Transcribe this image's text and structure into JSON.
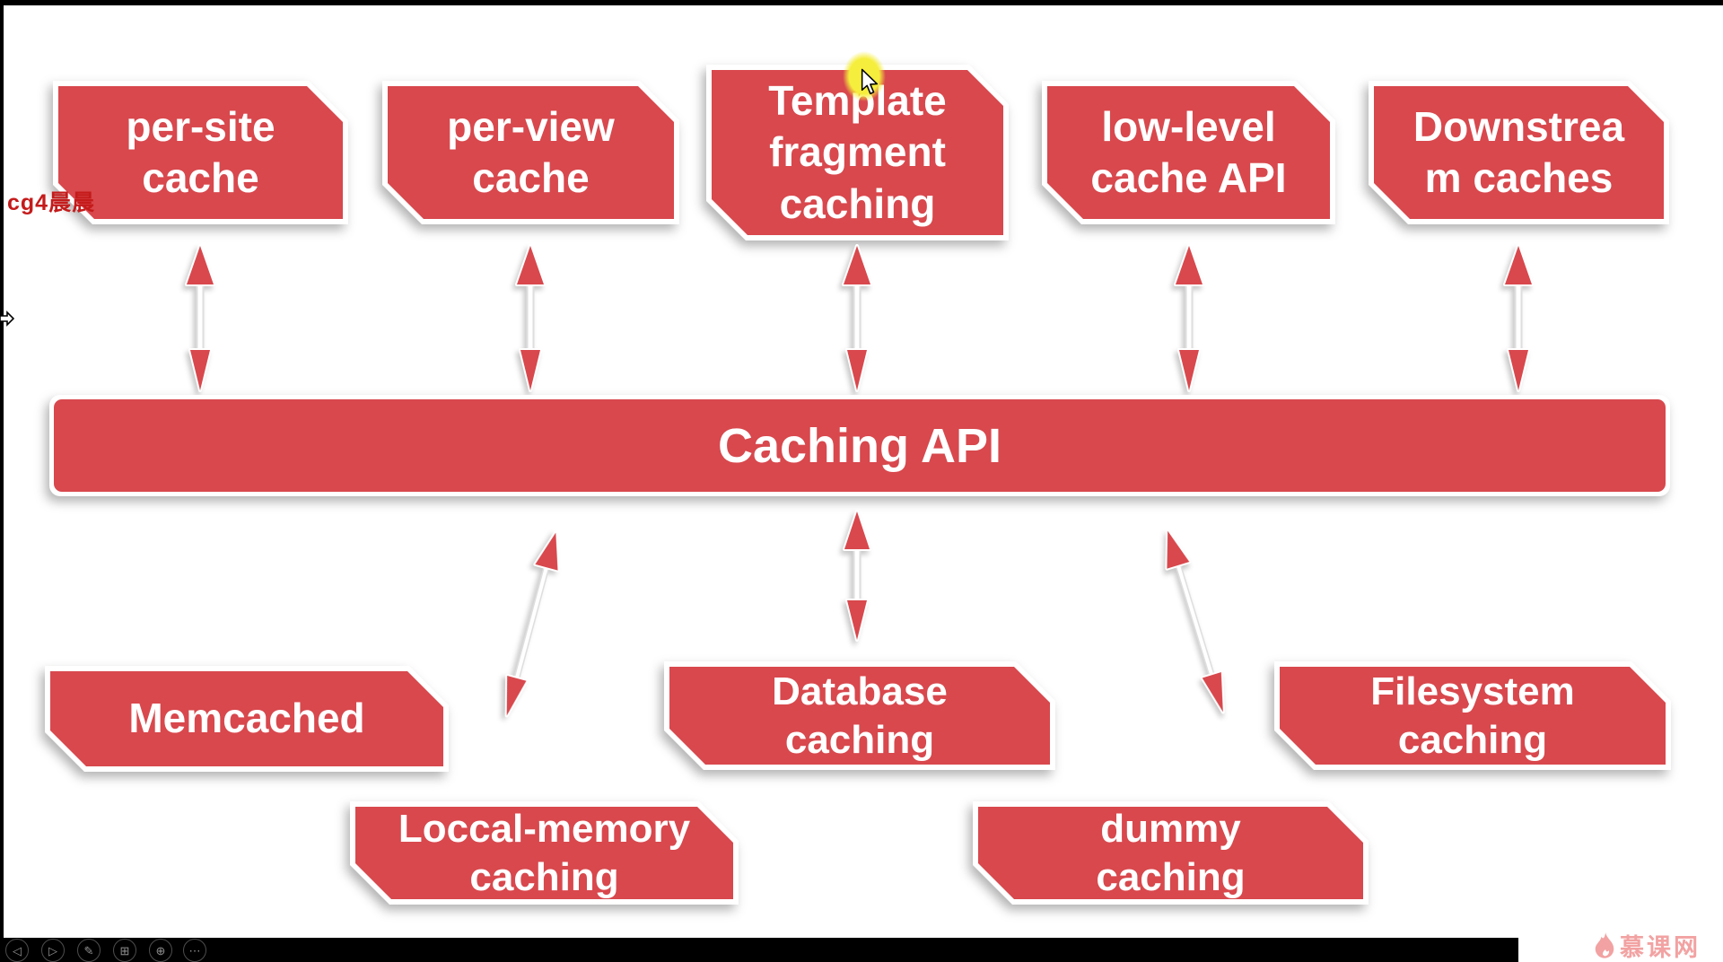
{
  "colors": {
    "box_red": "#d8484d",
    "watermark_red": "#c51b1b",
    "logo_pink": "#f2a2a2",
    "highlight_yellow": "#f6ee3c"
  },
  "frame": {
    "watermark": "cg4晨晨",
    "logo_text": "慕课网"
  },
  "diagram": {
    "top_boxes": [
      {
        "id": "per-site-cache",
        "lines": [
          "per-site",
          "cache"
        ]
      },
      {
        "id": "per-view-cache",
        "lines": [
          "per-view",
          "cache"
        ]
      },
      {
        "id": "template-fragment-caching",
        "lines": [
          "Template",
          "fragment",
          "caching"
        ]
      },
      {
        "id": "low-level-cache-api",
        "lines": [
          "low-level",
          "cache API"
        ]
      },
      {
        "id": "downstream-caches",
        "lines": [
          "Downstrea",
          "m caches"
        ]
      }
    ],
    "api_bar": {
      "label": "Caching API"
    },
    "backend_boxes": [
      {
        "id": "memcached",
        "lines": [
          "Memcached"
        ]
      },
      {
        "id": "database-caching",
        "lines": [
          "Database",
          "caching"
        ]
      },
      {
        "id": "filesystem-caching",
        "lines": [
          "Filesystem",
          "caching"
        ]
      },
      {
        "id": "local-memory-caching",
        "lines": [
          "Loccal-memory",
          "caching"
        ]
      },
      {
        "id": "dummy-caching",
        "lines": [
          "dummy",
          "caching"
        ]
      }
    ]
  },
  "toolbar": {
    "icons": [
      {
        "name": "previous-slide",
        "glyph": "◁"
      },
      {
        "name": "next-slide",
        "glyph": "▷"
      },
      {
        "name": "pen",
        "glyph": "✎"
      },
      {
        "name": "see-all-slides",
        "glyph": "⊞"
      },
      {
        "name": "zoom",
        "glyph": "⊕"
      },
      {
        "name": "more-options",
        "glyph": "⋯"
      }
    ]
  }
}
